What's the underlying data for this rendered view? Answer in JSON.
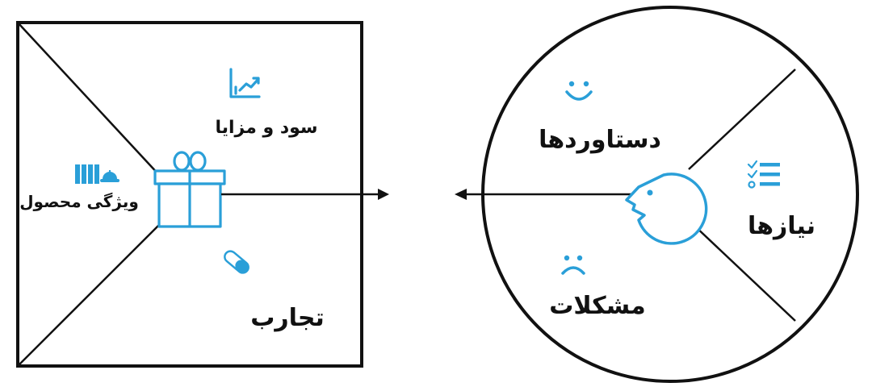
{
  "square": {
    "gain_creators": "سود و مزایا",
    "products_services": "ویژگی محصول",
    "pain_relievers": "تجارب"
  },
  "circle": {
    "gains": "دستاوردها",
    "jobs": "نیازها",
    "pains": "مشکلات"
  },
  "colors": {
    "accent": "#2a9fd8",
    "stroke": "#111111"
  }
}
